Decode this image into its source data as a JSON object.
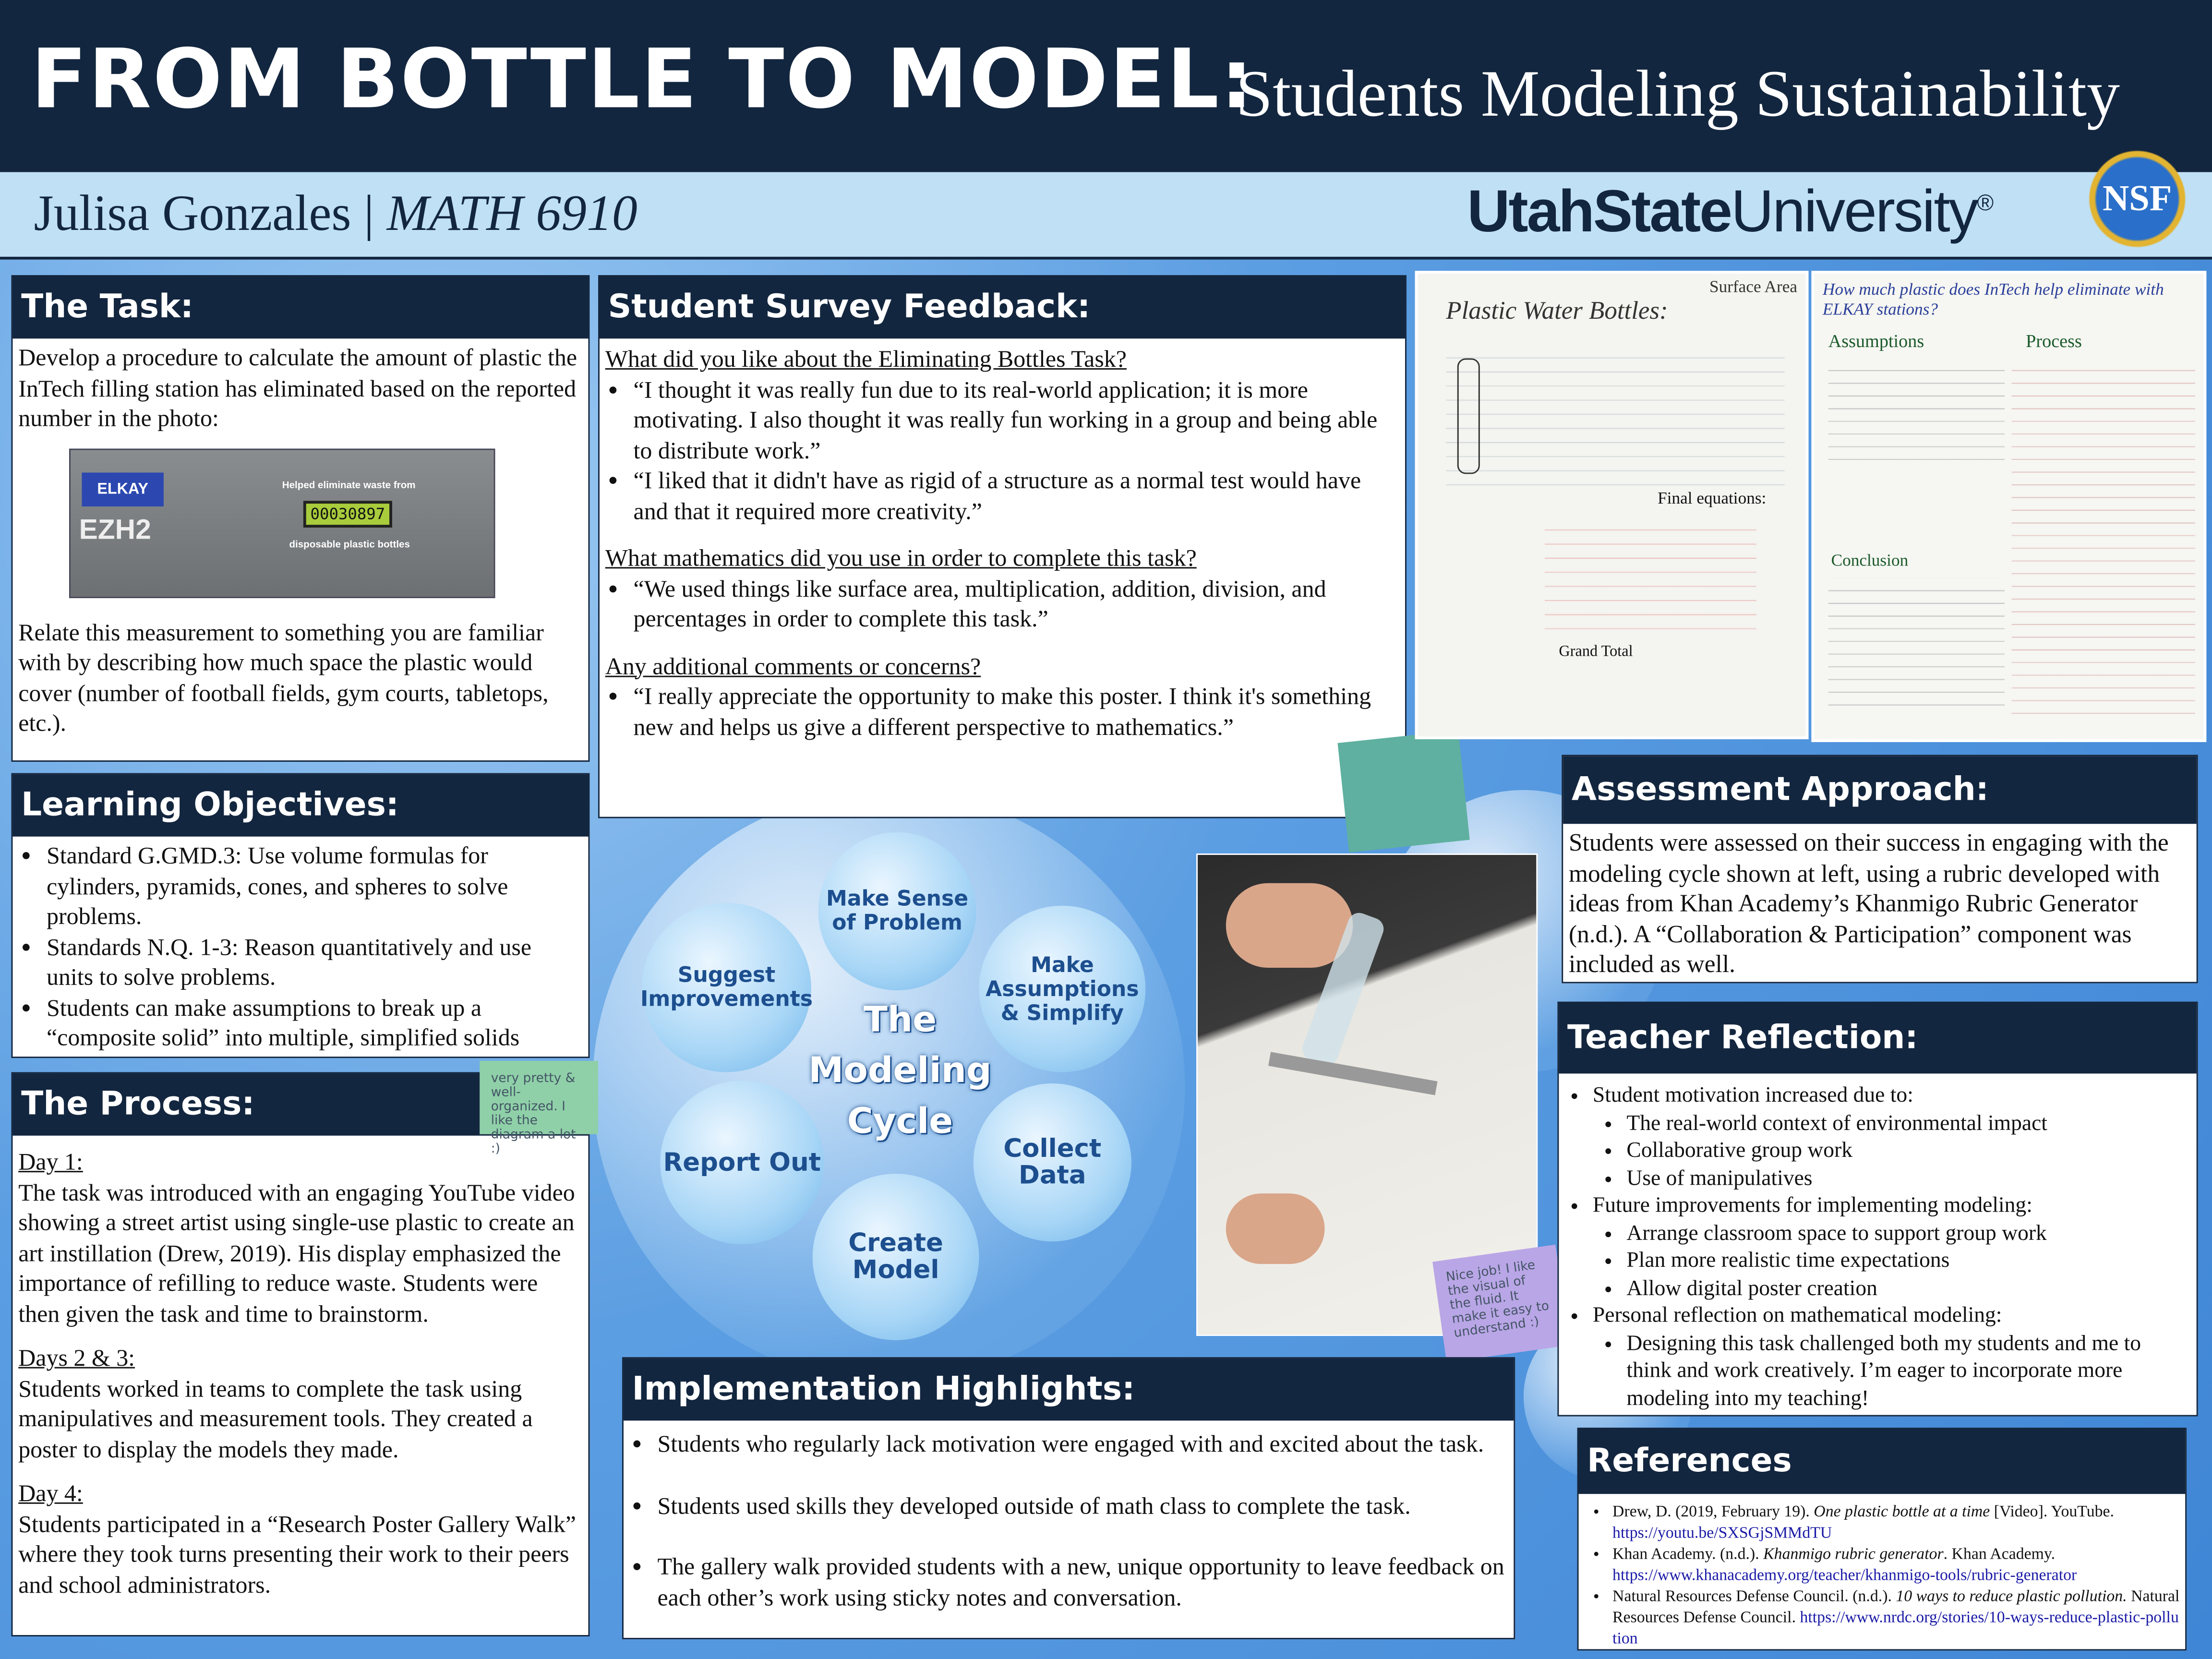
{
  "header": {
    "title": "FROM BOTTLE TO MODEL:",
    "subtitle": "Students Modeling Sustainability",
    "author": "Julisa Gonzales | ",
    "course": "MATH 6910",
    "university_bold": "UtahState",
    "university_light": "University",
    "university_mark": "®",
    "nsf_logo": "NSF"
  },
  "task": {
    "title": "The Task:",
    "p1": "Develop a procedure to calculate the amount of plastic the InTech filling station has eliminated based on the reported number in the photo:",
    "p2": "Relate this measurement to something you are familiar with by describing how much space the plastic would cover (number of football fields, gym courts, tabletops, etc.).",
    "photo": {
      "brand": "ELKAY",
      "product": "EZH2",
      "top_text": "Helped eliminate waste from",
      "counter": "00030897",
      "bottom_text": "disposable plastic bottles"
    }
  },
  "objectives": {
    "title": "Learning Objectives:",
    "items": [
      "Standard G.GMD.3: Use volume formulas for cylinders, pyramids, cones, and spheres to solve problems.",
      "Standards N.Q. 1-3: Reason quantitatively and use units to solve problems.",
      "Students can make assumptions to break up a “composite solid” into multiple, simplified solids"
    ]
  },
  "process": {
    "title": "The Process:",
    "sections": [
      {
        "heading": "Day 1:",
        "text": "The task was introduced with an engaging YouTube video showing a street artist using single-use plastic to create an art instillation (Drew, 2019). His display emphasized the importance of refilling to reduce waste. Students were then given the task and time to brainstorm."
      },
      {
        "heading": "Days 2 & 3:",
        "text": "Students worked in teams to complete the task using manipulatives and measurement tools. They created a poster to display the models they made."
      },
      {
        "heading": "Day 4:",
        "text": "Students participated in a “Research Poster Gallery Walk” where they took turns presenting their work to their peers and school administrators."
      }
    ]
  },
  "survey": {
    "title": "Student Survey Feedback:",
    "sections": [
      {
        "question": "What did you like about the Eliminating Bottles Task?",
        "answers": [
          "“I thought it was really fun due to its real-world application; it is more motivating. I also thought it was really fun working in a group and being able to distribute work.”",
          "“I liked that it didn't have as rigid of a structure as a normal test would have and that it required more creativity.”"
        ]
      },
      {
        "question": "What mathematics did you use in order to complete this task?",
        "answers": [
          "“We used things like surface area, multiplication, addition, division, and percentages in order to complete this task.”"
        ]
      },
      {
        "question": "Any additional comments or concerns?",
        "answers": [
          "“I really appreciate the opportunity to make this poster. I think it's something new and helps us give a different perspective to mathematics.”"
        ]
      }
    ]
  },
  "student_posters": {
    "left_title": "Plastic Water Bottles:",
    "left_subtitle": "Surface Area",
    "left_heading1": "Final equations:",
    "left_total": "Grand Total",
    "right_title": "How much plastic does InTech help eliminate with ELKAY stations?",
    "right_col1": "Assumptions",
    "right_col2": "Process",
    "right_conclusion": "Conclusion"
  },
  "cycle": {
    "center": "The Modeling Cycle",
    "steps": [
      "Make Sense of Problem",
      "Make Assumptions & Simplify",
      "Collect Data",
      "Create Model",
      "Report Out",
      "Suggest Improvements"
    ]
  },
  "stickies": {
    "a": "very pretty & well-organized. I like the diagram a lot :)",
    "b": "Nice job! I like the visual of the fluid. It make it easy to understand :)"
  },
  "assessment": {
    "title": "Assessment Approach:",
    "text": "Students were assessed on their success in engaging with the modeling cycle shown at left, using a rubric developed with ideas from Khan Academy’s Khanmigo Rubric Generator (n.d.). A “Collaboration & Participation” component was included as well."
  },
  "reflection": {
    "title": "Teacher Reflection:",
    "items": [
      {
        "text": "Student motivation increased due to:",
        "sub": [
          "The real-world context of environmental impact",
          "Collaborative group work",
          "Use of manipulatives"
        ]
      },
      {
        "text": "Future improvements for implementing modeling:",
        "sub": [
          "Arrange classroom space to support group work",
          "Plan more realistic time expectations",
          "Allow digital poster creation"
        ]
      },
      {
        "text": "Personal reflection on mathematical modeling:",
        "sub": [
          "Designing this task challenged both my students and me to think and work creatively. I’m eager to incorporate more modeling into my teaching!"
        ]
      }
    ]
  },
  "implementation": {
    "title": "Implementation Highlights:",
    "items": [
      "Students who regularly lack motivation were engaged with and excited about the task.",
      "Students used skills they developed outside of math class to complete the task.",
      "The gallery walk provided students with a new, unique opportunity to leave feedback on each other’s work using sticky notes and conversation."
    ]
  },
  "references": {
    "title": "References",
    "items": [
      {
        "pre": "Drew, D. (2019, February 19). ",
        "ital": "One plastic bottle at a time",
        "post": " [Video]. YouTube. ",
        "link": "https://youtu.be/SXSGjSMMdTU"
      },
      {
        "pre": "Khan Academy. (n.d.). ",
        "ital": "Khanmigo rubric generator",
        "post": ". Khan Academy. ",
        "link": "https://www.khanacademy.org/teacher/khanmigo-tools/rubric-generator"
      },
      {
        "pre": "Natural Resources Defense Council. (n.d.). ",
        "ital": "10 ways to reduce plastic pollution.",
        "post": " Natural Resources Defense Council. ",
        "link": "https://www.nrdc.org/stories/10-ways-reduce-plastic-pollution"
      }
    ]
  },
  "colors": {
    "navy": "#13263f",
    "light_band": "#bfe0f5",
    "background": "#5c9ee2",
    "link": "#1a1aa6"
  }
}
